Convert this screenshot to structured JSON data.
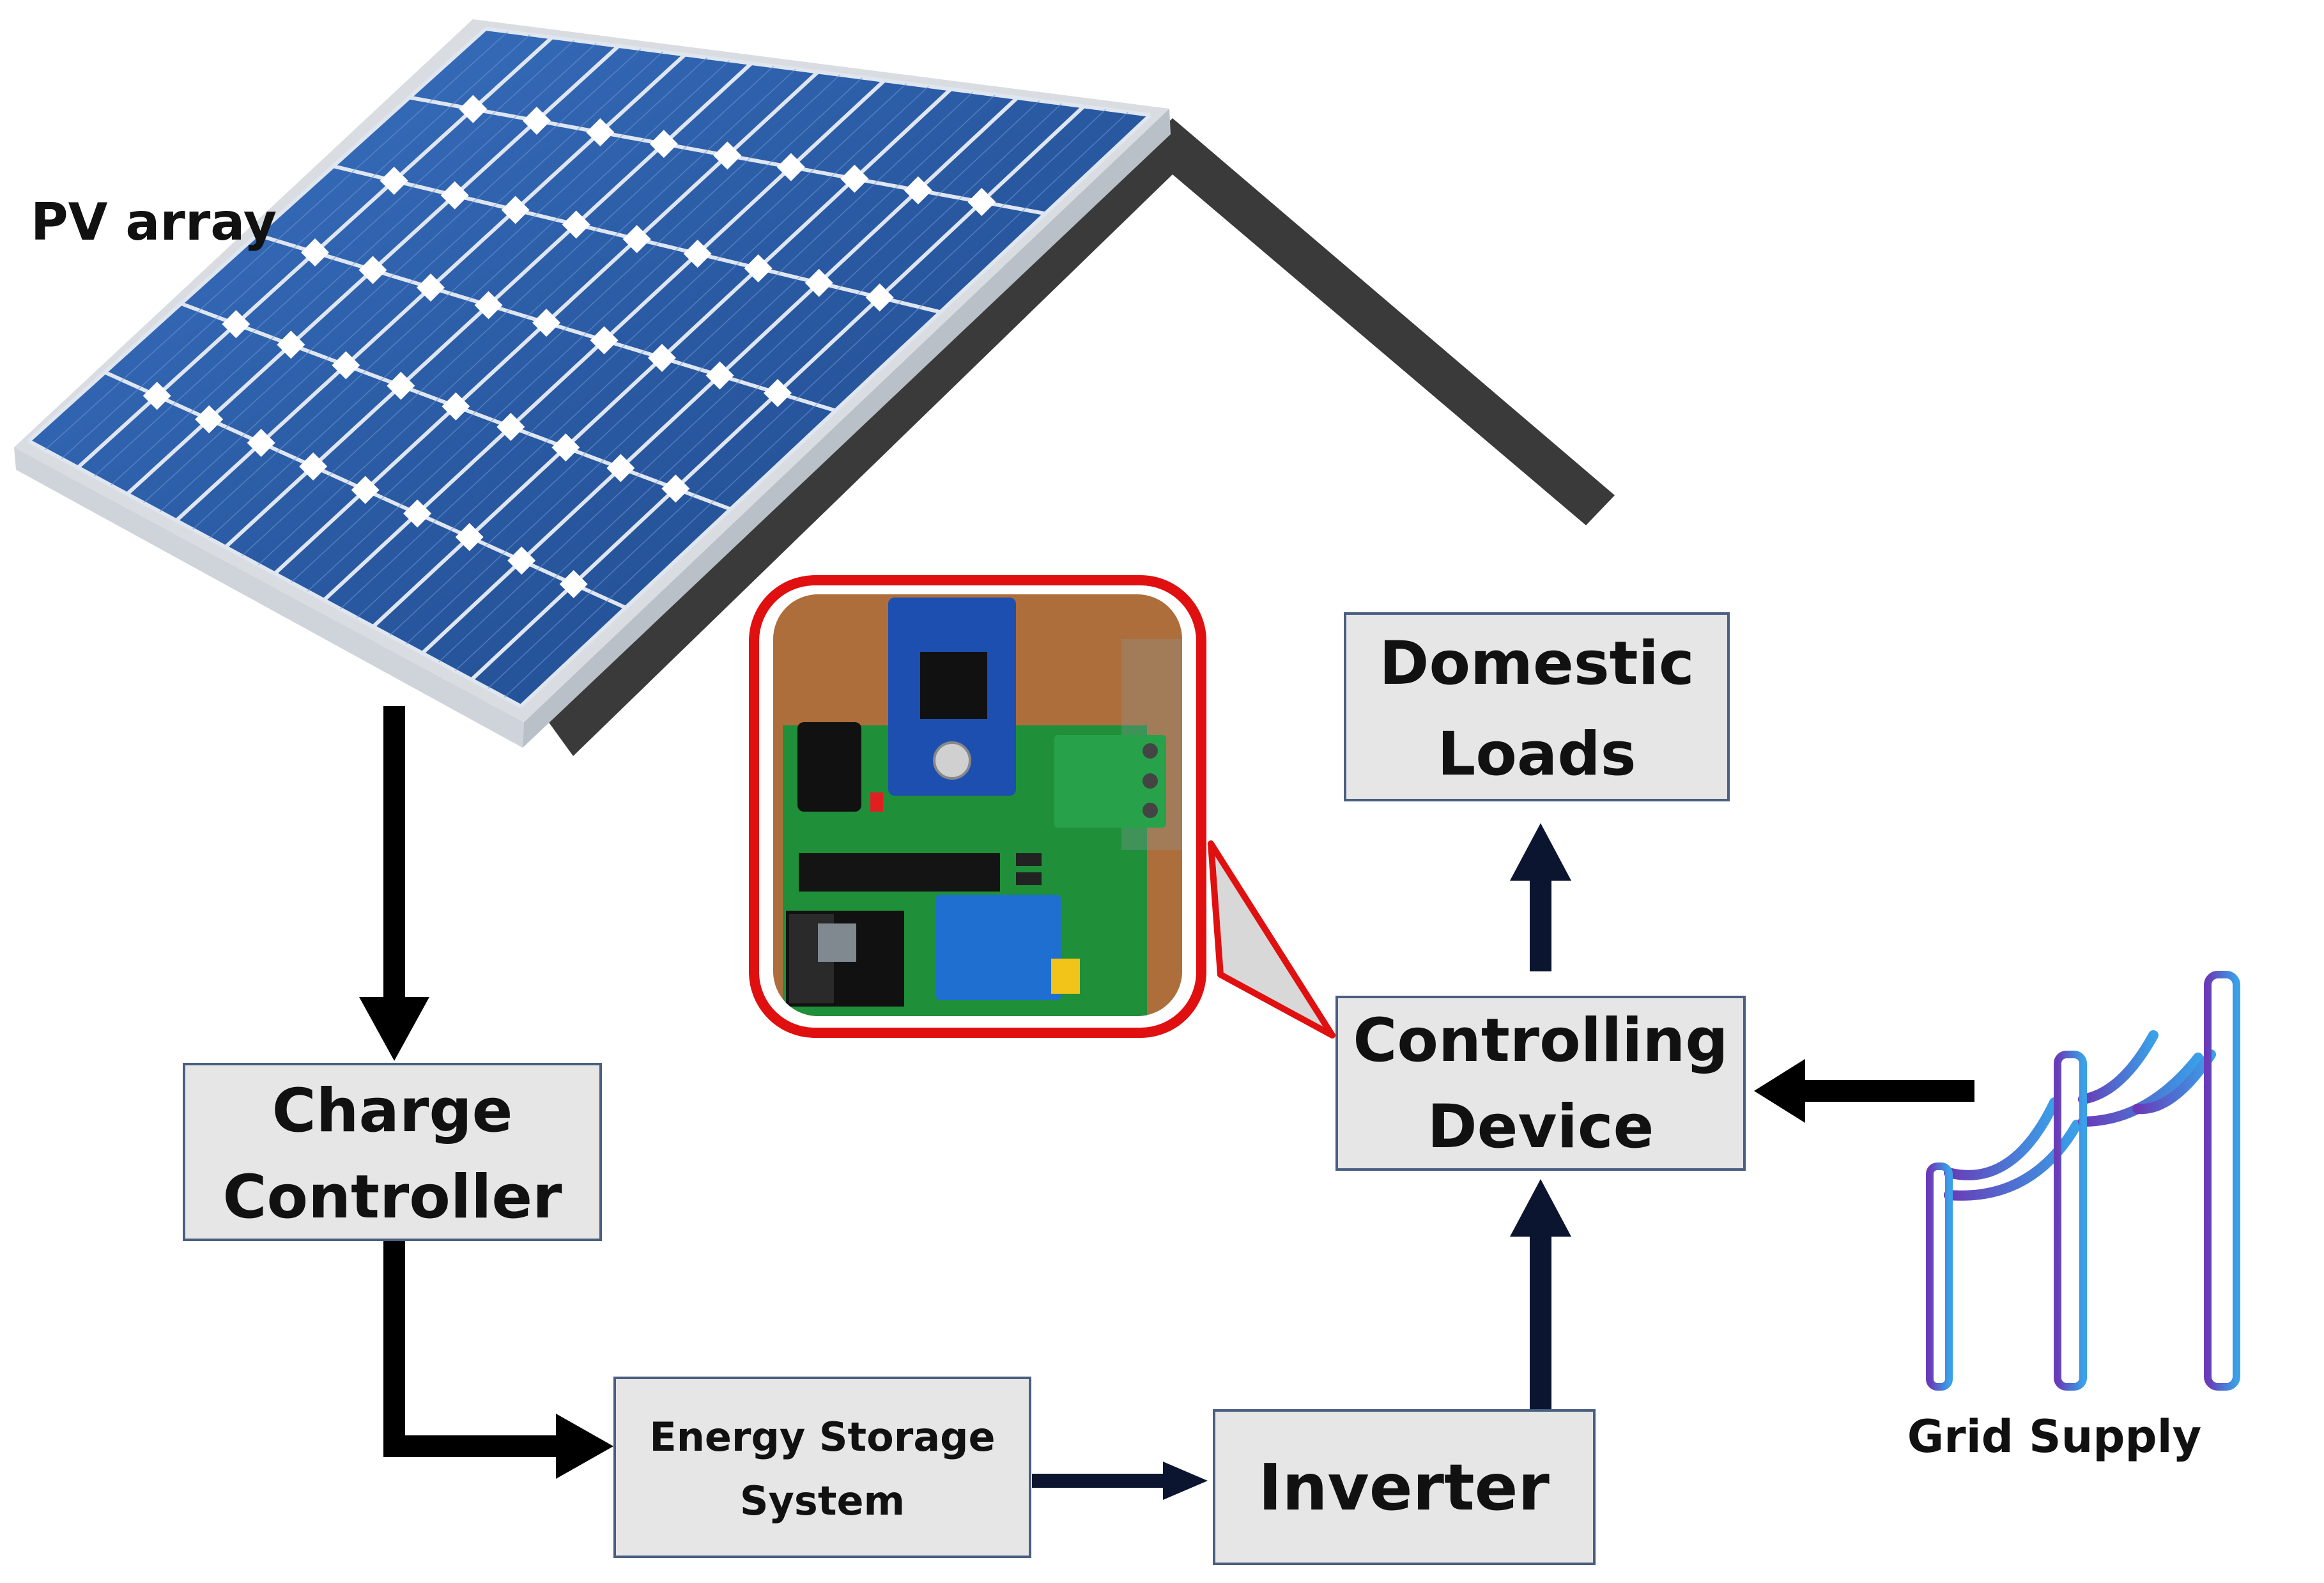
{
  "labels": {
    "pv_array": "PV array",
    "grid_supply": "Grid Supply"
  },
  "blocks": {
    "charge_controller": {
      "line1": "Charge",
      "line2": "Controller"
    },
    "energy_storage": {
      "line1": "Energy Storage",
      "line2": "System"
    },
    "inverter": {
      "line1": "Inverter"
    },
    "controlling_device": {
      "line1": "Controlling",
      "line2": "Device"
    },
    "domestic_loads": {
      "line1": "Domestic",
      "line2": "Loads"
    }
  },
  "colors": {
    "block_fill": "#e6e6e6",
    "block_border": "#4a5f80",
    "arrow": "#000000",
    "arrow_navy": "#0b1530",
    "roof": "#3a3a3a",
    "panel_cell": "#2e5fa8",
    "callout_border": "#e01010",
    "pcb_green": "#1f8f3a",
    "grid_gradient_start": "#6a3ab8",
    "grid_gradient_end": "#3aa0e8"
  }
}
